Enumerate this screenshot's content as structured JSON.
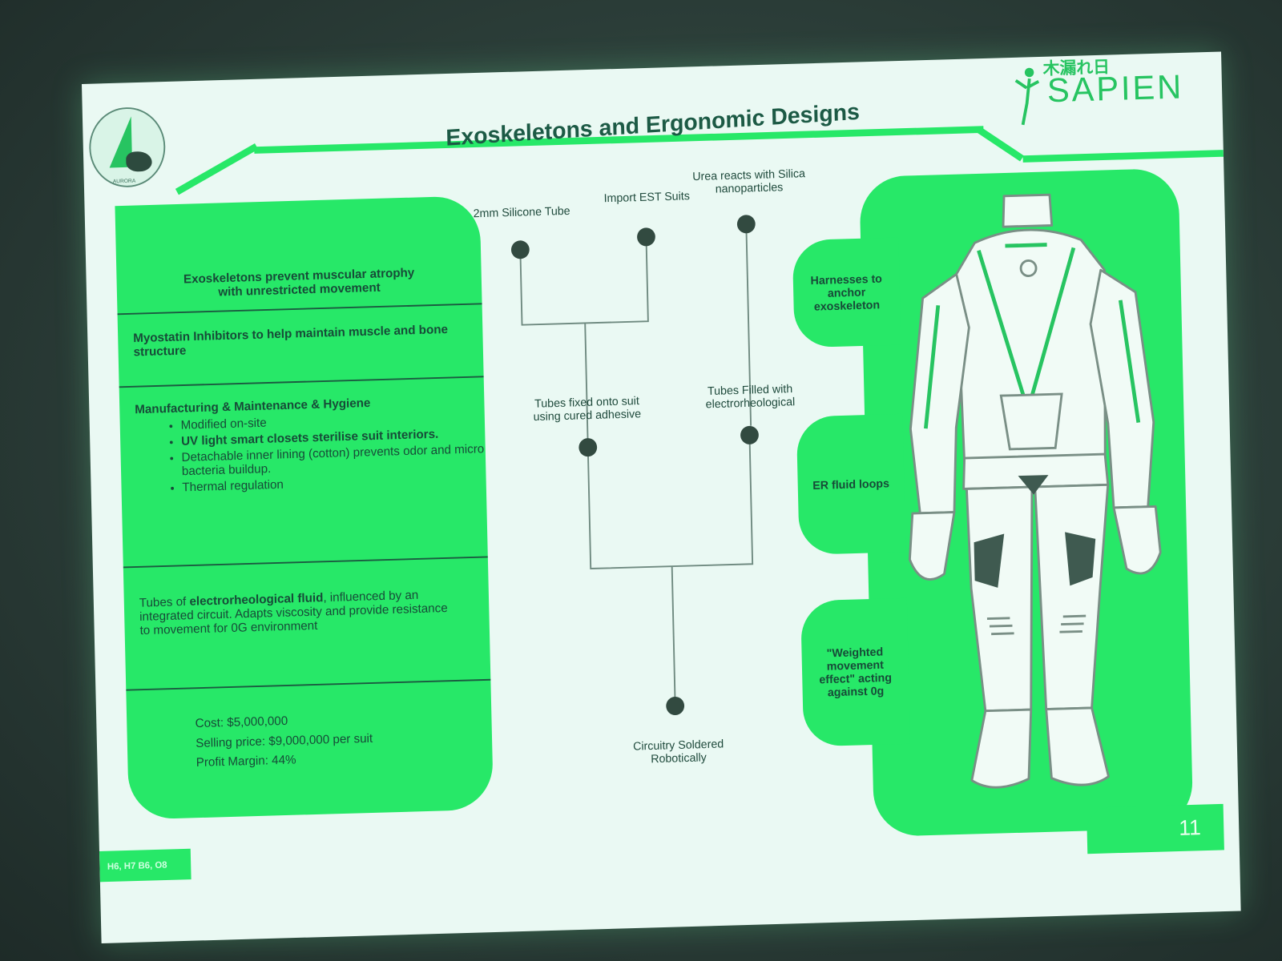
{
  "slide": {
    "title": "Exoskeletons and Ergonomic Designs",
    "brand_jp": "木漏れ日",
    "brand": "SAPIEN",
    "logo_caption": "AURORA",
    "left": {
      "s1": "Exoskeletons prevent muscular atrophy with unrestricted movement",
      "s2": "Myostatin Inhibitors to help maintain muscle and bone structure",
      "s3_heading": "Manufacturing & Maintenance & Hygiene",
      "s3_items": [
        "Modified on-site",
        "UV light smart closets sterilise suit interiors.",
        "Detachable inner lining (cotton) prevents odor and micro bacteria buildup.",
        "Thermal regulation"
      ],
      "s4_pre": "Tubes of ",
      "s4_bold": "electrorheological fluid",
      "s4_post": ", influenced by an integrated circuit. Adapts viscosity and provide resistance to movement for 0G environment",
      "cost": "Cost: $5,000,000",
      "price": "Selling price: $9,000,000 per suit",
      "margin": "Profit Margin: 44%"
    },
    "flow": {
      "n1": "2mm Silicone Tube",
      "n2": "Import EST Suits",
      "n3": "Urea reacts with Silica nanoparticles",
      "n4": "Tubes fixed onto suit using cured adhesive",
      "n5": "Tubes Filled with electrorheological",
      "n6": "Circuitry Soldered Robotically"
    },
    "tabs": {
      "t1": "Harnesses to anchor exoskeleton",
      "t2": "ER fluid loops",
      "t3": "\"Weighted movement effect\" acting against 0g"
    },
    "footer_codes": "H6, H7 B6, O8",
    "page_number": "11",
    "colors": {
      "accent": "#27e868",
      "dark": "#324a40",
      "bg": "#eaf9f3"
    }
  }
}
